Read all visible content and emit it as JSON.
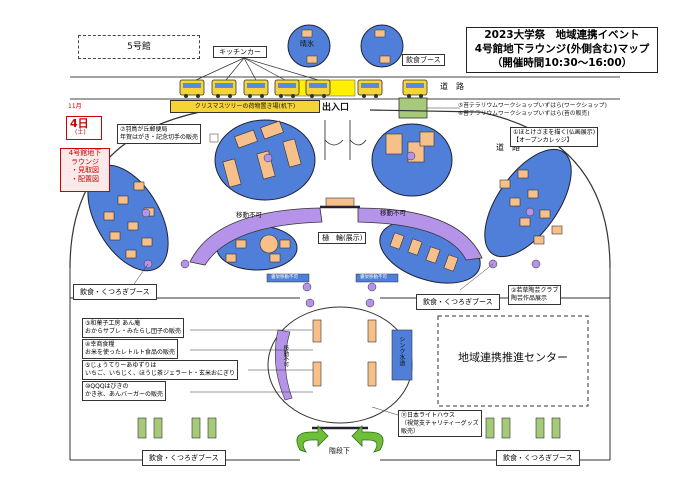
{
  "title": {
    "line1": "2023大学祭　地域連携イベント",
    "line2": "4号館地下ラウンジ(外側含む)マップ",
    "line3": "（開催時間10:30～16:00）"
  },
  "date": {
    "month": "11月",
    "day": "4日",
    "weekday": "(土)"
  },
  "area": {
    "line1": "4号館地下",
    "line2": "ラウンジ",
    "line3": "・見取図",
    "line4": "・配置図"
  },
  "labels": {
    "building5": "5号館",
    "kitchen_car": "キッチンカー",
    "ice": "晴氷",
    "food_booth_top": "飲食ブース",
    "road1": "道　路",
    "road2": "道　路",
    "christmas_tree": "クリスマスツリーの荷物置き場(机下)",
    "entrance": "出入口",
    "immovable_left": "移動不可",
    "immovable_right": "移動不可",
    "drum": "樋　輪(展示)",
    "shelf_left": "書架移動不可",
    "shelf_right": "書架移動不可",
    "eat_rest_left": "飲食・くつろぎブース",
    "eat_rest_mid": "飲食・くつろぎブース",
    "eat_rest_bl": "飲食・くつろぎブース",
    "eat_rest_br": "飲食・くつろぎブース",
    "center": "地域連携推進センター",
    "sink": "シンク水道",
    "immovable_inner": "移動不可",
    "stairs": "階段下"
  },
  "notes": {
    "workshop5": "⑤苔テラリウムワークショップいずはら(ワークショップ)",
    "workshop6": "⑥苔テラリウムワークショップいずはら(苔の販売)",
    "buddha1": "①ほとけさまを描く(仏画展示)",
    "buddha2": "【オープンカレッジ】",
    "post1": "⑦羽鳥が丘郵便局",
    "post2": "年賀はがき・記念切手の販売",
    "pottery1": "②若草陶芸クラブ",
    "pottery2": "陶芸作品展示",
    "v1a": "③和菓子工房  あん庵",
    "v1b": "おからサブレ・みたらし団子の販売",
    "v2a": "④幸商食糧",
    "v2b": "お米を使ったレトルト食品の販売",
    "v3a": "⑤じょうてりーあゆずりは",
    "v3b": "いちご、いちじく、ほうじ茶ジェラート・玄米おにぎり",
    "v4a": "⑩QQQはびきの",
    "v4b": "かき氷、あんバーガーの販売",
    "lh1": "⑪日本ライトハウス",
    "lh2": "（視覚支チャリティーグッズ",
    "lh3": "販売）"
  },
  "colors": {
    "blue_area": "#4f7fd9",
    "purple": "#b493e8",
    "table": "#f7c08a",
    "bus": "#f5d437",
    "green": "#a7c97a"
  }
}
